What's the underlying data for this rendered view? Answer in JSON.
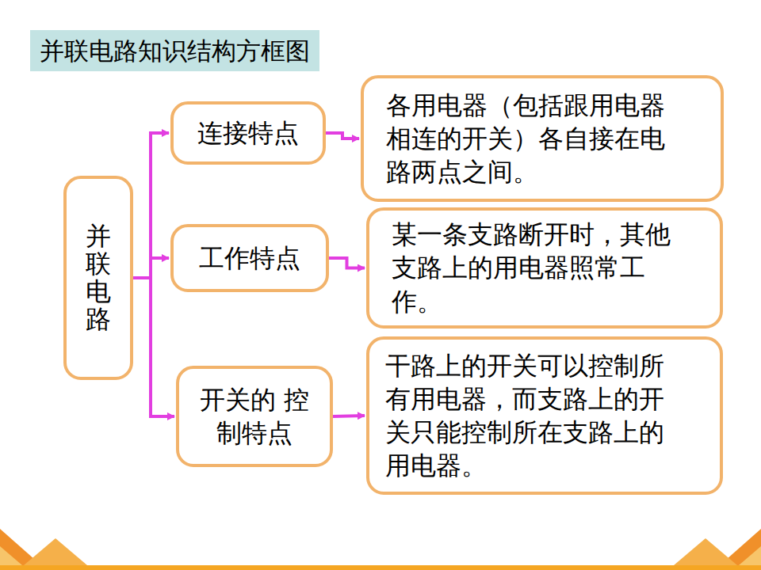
{
  "diagram": {
    "title": "并联电路知识结构方框图",
    "nodes": [
      {
        "text": [
          "并联电路"
        ]
      },
      {
        "text": [
          "连接特点"
        ]
      },
      {
        "text": [
          "各用电器（包括跟用电器相连的开关）各自接在电路两点之间。"
        ]
      },
      {
        "text": [
          "工作特点"
        ]
      },
      {
        "text": [
          "某一条支路断开时，其他支路上的用电器照常工作。"
        ]
      },
      {
        "text": [
          "开关的 控制特点"
        ]
      },
      {
        "text": [
          "干路上的开关可以控制所有用电器，而支路上的开关只能控制所在支路上的用电器。"
        ]
      }
    ],
    "edges": [
      {
        "from": 0,
        "to": 1,
        "arrow": "to"
      },
      {
        "from": 0,
        "to": 3,
        "arrow": "to"
      },
      {
        "from": 0,
        "to": 5,
        "arrow": "to"
      },
      {
        "from": 1,
        "to": 2,
        "arrow": "to"
      },
      {
        "from": 3,
        "to": 4,
        "arrow": "to"
      },
      {
        "from": 5,
        "to": 6,
        "arrow": "to"
      }
    ]
  }
}
